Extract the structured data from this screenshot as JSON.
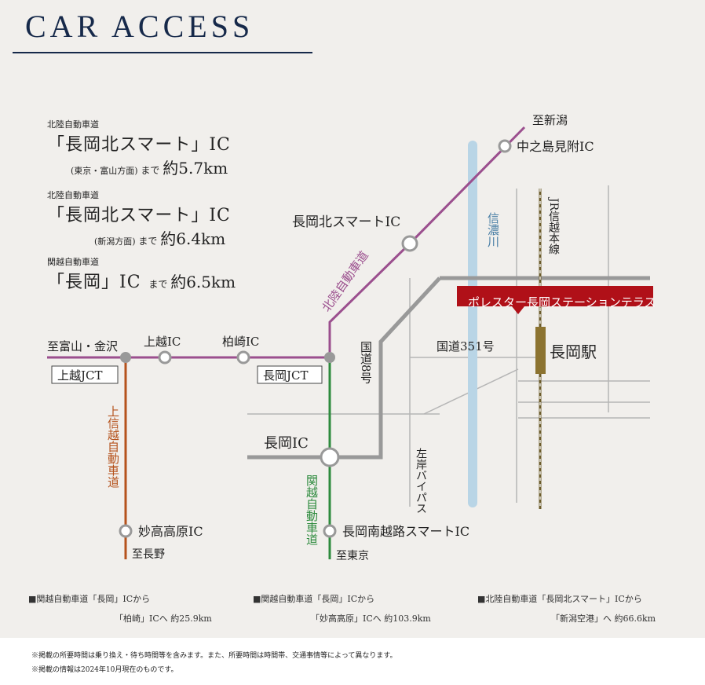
{
  "header": {
    "title": "CAR ACCESS"
  },
  "access": [
    {
      "expressway": "北陸自動車道",
      "ic": "「長岡北スマート」IC",
      "direction": "(東京・富山方面)",
      "made": "まで",
      "yaku": "約",
      "distance": "5.7km"
    },
    {
      "expressway": "北陸自動車道",
      "ic": "「長岡北スマート」IC",
      "direction": "(新潟方面)",
      "made": "まで",
      "yaku": "約",
      "distance": "6.4km"
    },
    {
      "expressway": "関越自動車道",
      "ic": "「長岡」IC",
      "direction": "",
      "made": "まで",
      "yaku": "約",
      "distance": "6.5km"
    }
  ],
  "map": {
    "labels": {
      "to_niigata": "至新潟",
      "nakanoshima_ic": "中之島見附IC",
      "shinano_river": "信濃川",
      "jr_line": "JR信越本線",
      "nagaoka_kita_smart_ic": "長岡北スマートIC",
      "hokuriku_expressway": "北陸自動車道",
      "property": "ポレスター長岡ステーションテラス",
      "to_toyama": "至富山・金沢",
      "joetsu_ic": "上越IC",
      "kashiwazaki_ic": "柏崎IC",
      "joetsu_jct": "上越JCT",
      "nagaoka_jct": "長岡JCT",
      "route8": "国道8号",
      "route351": "国道351号",
      "nagaoka_station": "長岡駅",
      "joshinetsu_expressway": "上信越自動車道",
      "nagaoka_ic": "長岡IC",
      "kanetsu_expressway": "関越自動車道",
      "sagan_bypass": "左岸バイパス",
      "myoko_ic": "妙高高原IC",
      "to_nagano": "至長野",
      "nagaoka_minami_ic": "長岡南越路スマートIC",
      "to_tokyo": "至東京"
    }
  },
  "footer": [
    {
      "line1": "■関越自動車道「長岡」ICから",
      "line2": "「柏崎」ICへ 約25.9km"
    },
    {
      "line1": "■関越自動車道「長岡」ICから",
      "line2": "「妙高高原」ICへ 約103.9km"
    },
    {
      "line1": "■北陸自動車道「長岡北スマート」ICから",
      "line2": "「新潟空港」へ 約66.6km"
    }
  ],
  "notes": [
    "※掲載の所要時間は乗り換え・待ち時間等を含みます。また、所要時間は時間帯、交通事情等によって異なります。",
    "※掲載の情報は2024年10月現在のものです。"
  ],
  "colors": {
    "title": "#16294a",
    "hokuriku": "#9b4f8e",
    "kanetsu": "#2e8b3e",
    "joshinetsu": "#b5521c",
    "road": "#999999",
    "river": "#b9d5e6",
    "property": "#b01018",
    "station": "#8c7330"
  }
}
